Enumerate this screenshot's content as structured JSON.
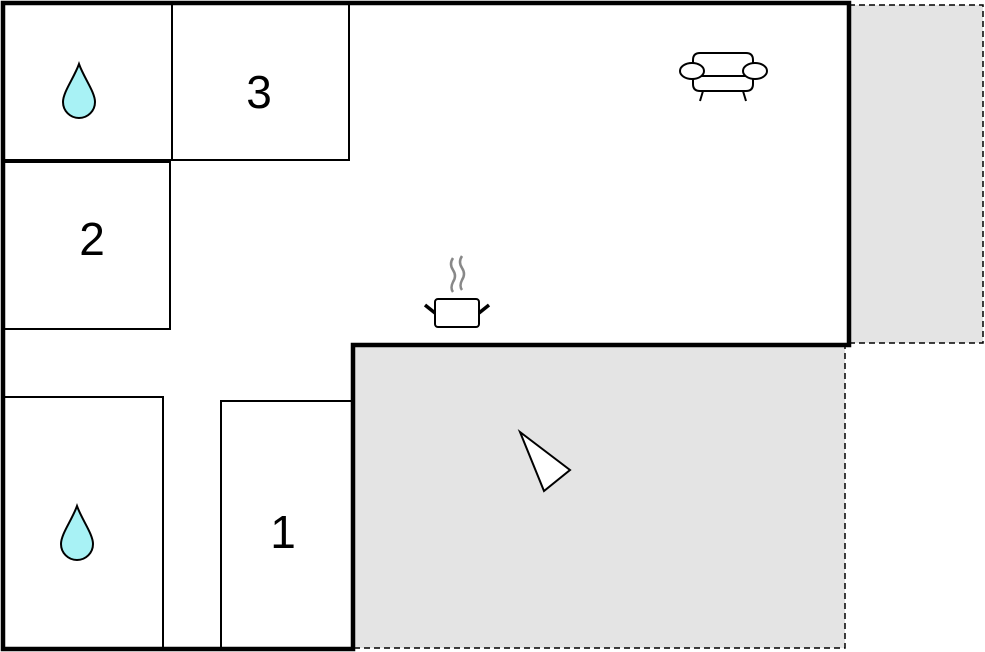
{
  "colors": {
    "wall": "#000000",
    "outdoor_area": "#e4e4e4",
    "water": "#a8f2f5",
    "steam": "#888888"
  },
  "rooms": [
    {
      "label": "3",
      "type": "bedroom"
    },
    {
      "label": "2",
      "type": "bedroom"
    },
    {
      "label": "1",
      "type": "bedroom"
    }
  ],
  "icons": [
    "water-drop-icon",
    "water-drop-icon",
    "sofa-icon",
    "cooking-pot-icon",
    "compass-arrow-icon"
  ]
}
